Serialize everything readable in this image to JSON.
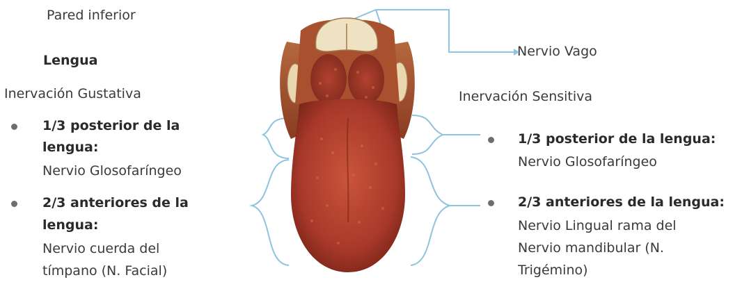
{
  "header": {
    "wall": "Pared inferior",
    "organ": "Lengua"
  },
  "left": {
    "title": "Inervación Gustativa",
    "items": [
      {
        "region_line1": "1/3 posterior de la",
        "region_line2": "lengua:",
        "nerve_lines": [
          "Nervio Glosofaríngeo"
        ]
      },
      {
        "region_line1": "2/3 anteriores de la",
        "region_line2": "lengua:",
        "nerve_lines": [
          "Nervio cuerda del",
          "tímpano (N. Facial)"
        ]
      }
    ]
  },
  "right": {
    "top_label": "Nervio Vago",
    "title": "Inervación Sensitiva",
    "items": [
      {
        "region": "1/3 posterior de la lengua:",
        "nerve_lines": [
          "Nervio Glosofaríngeo"
        ]
      },
      {
        "region": "2/3 anteriores de la lengua:",
        "nerve_lines": [
          "Nervio Lingual rama del",
          "Nervio mandibular (N.",
          "Trigémino)"
        ]
      }
    ]
  },
  "colors": {
    "connector": "#8ec4dc",
    "tongue": "#b8432c",
    "bullet": "#6e6e6e"
  }
}
